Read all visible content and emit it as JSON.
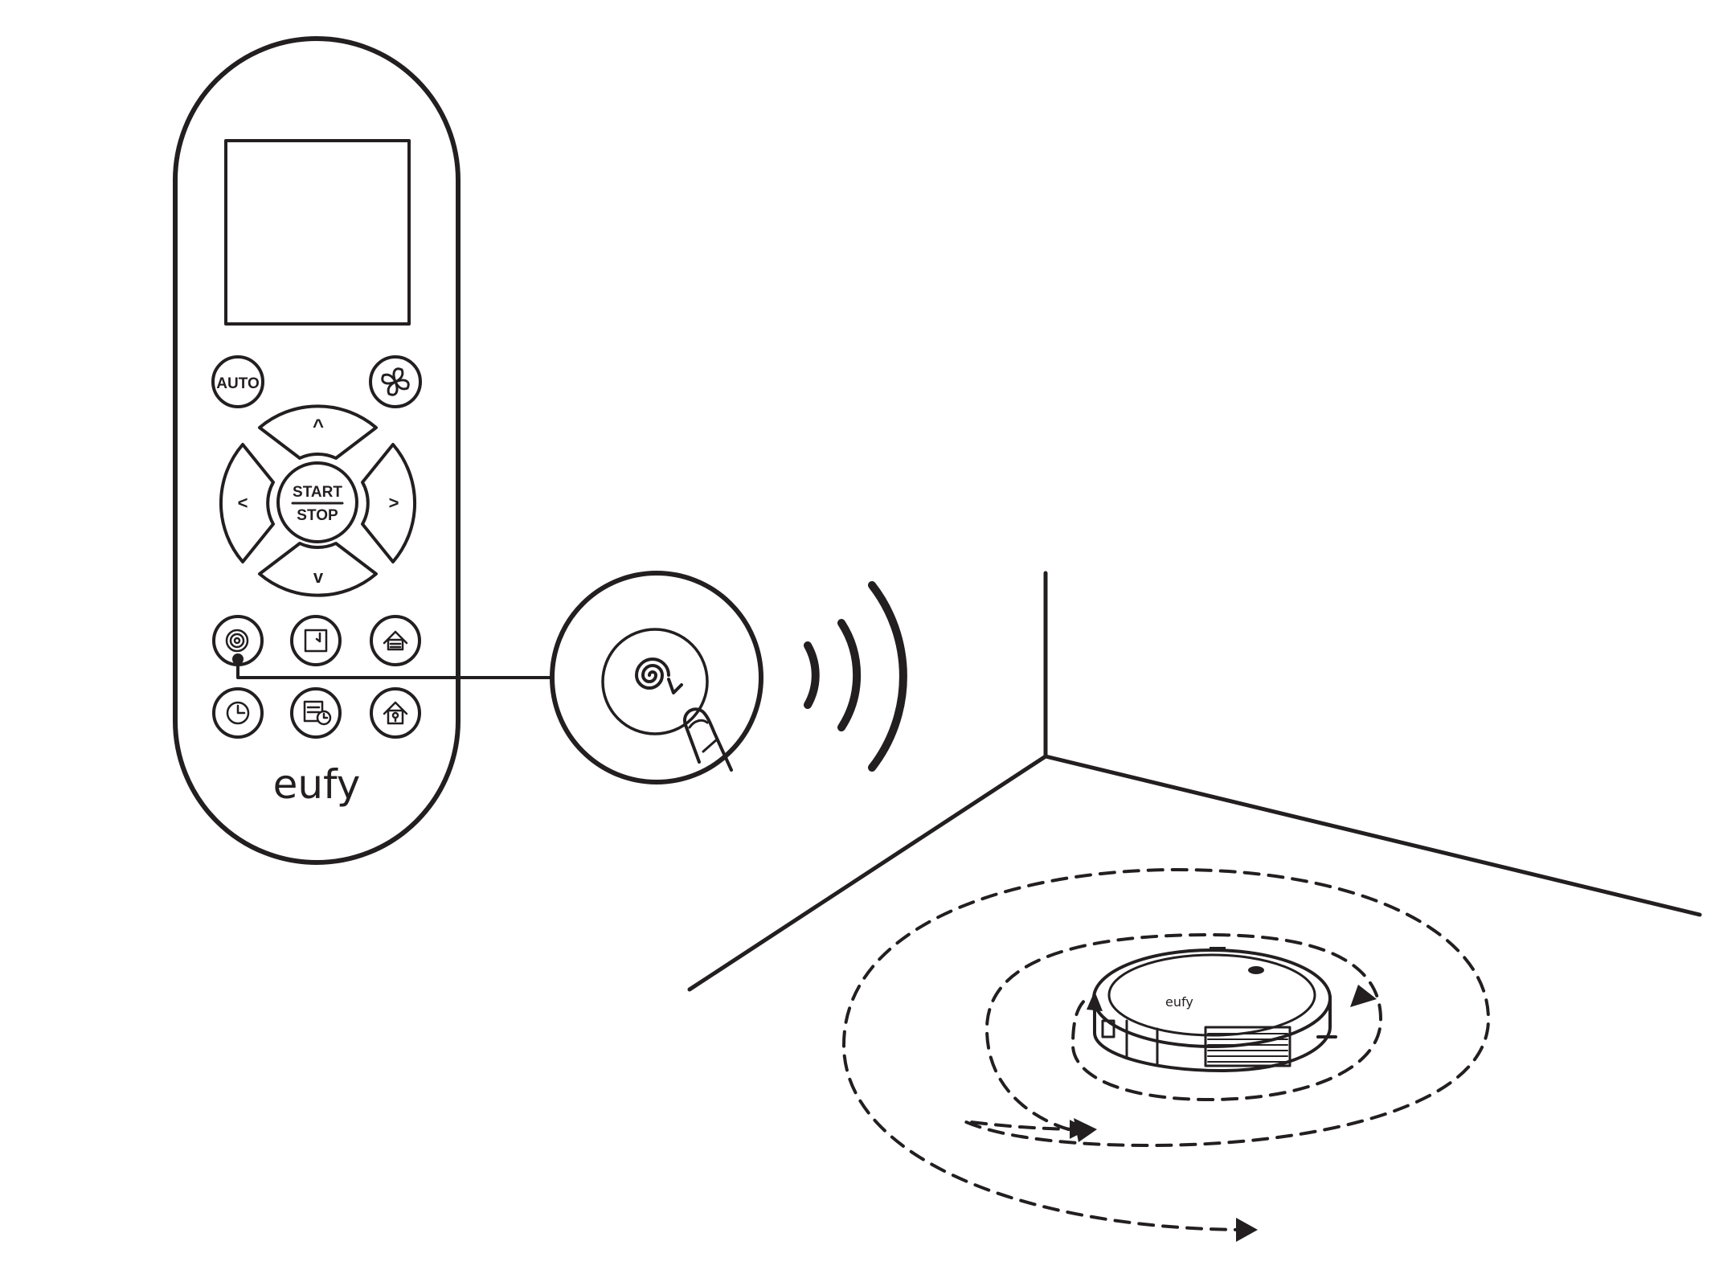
{
  "remote": {
    "buttons": {
      "auto": "AUTO",
      "start": "START",
      "stop": "STOP",
      "up": "^",
      "down": "v",
      "left": "<",
      "right": ">"
    },
    "brand": "eufy",
    "icons": [
      "fan-icon",
      "spot-clean-icon",
      "edge-clean-icon",
      "room-clean-icon",
      "clock-icon",
      "schedule-icon",
      "home-icon"
    ]
  },
  "robot": {
    "brand": "eufy"
  },
  "colors": {
    "line": "#231f20",
    "background": "#ffffff"
  }
}
